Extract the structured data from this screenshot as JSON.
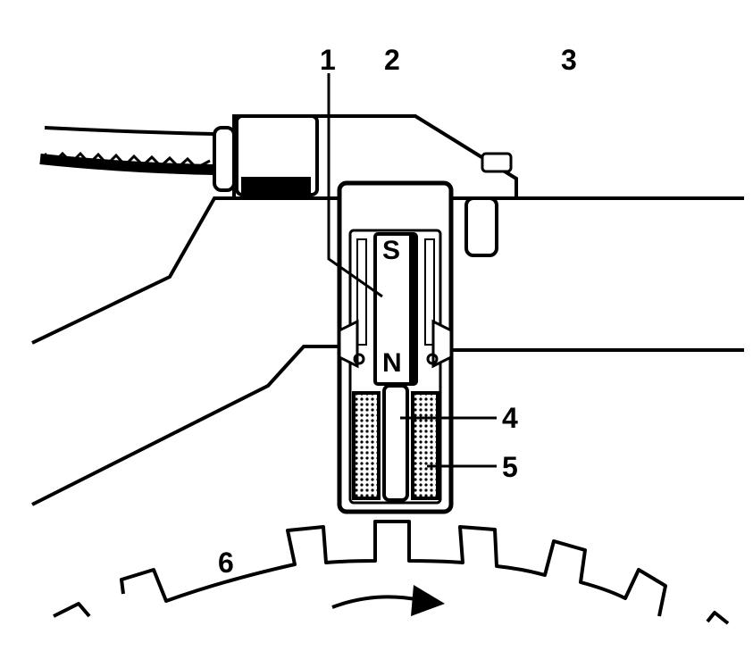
{
  "labels": {
    "magnet": "1",
    "housing": "2",
    "engine_block": "3",
    "soft_iron_core": "4",
    "winding": "5",
    "trigger_wheel": "6"
  },
  "poles": {
    "south": "S",
    "north": "N"
  },
  "colors": {
    "ink": "#000000",
    "paper": "#ffffff"
  },
  "rotation_arrow": "clockwise-arrow"
}
